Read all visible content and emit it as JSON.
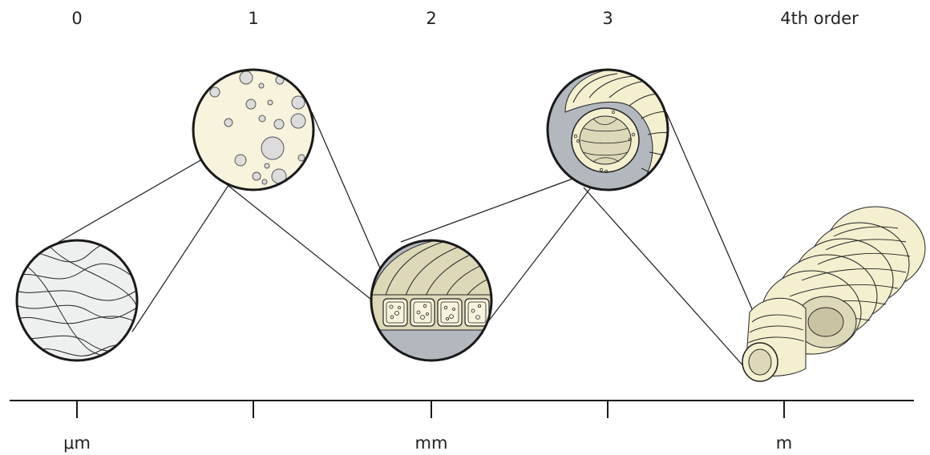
{
  "order_labels": [
    "0",
    "1",
    "2",
    "3",
    "4th order"
  ],
  "scale_labels": [
    "μm",
    "mm",
    "m"
  ],
  "colors": {
    "cream": "#f7f3dc",
    "tube": "#f3efcf",
    "tube_dark": "#ddd8b8",
    "grey": "#b3b8bf",
    "fiber_bg": "#eeefef",
    "pore": "#dcdcdc",
    "outline": "#1a1a1a"
  }
}
